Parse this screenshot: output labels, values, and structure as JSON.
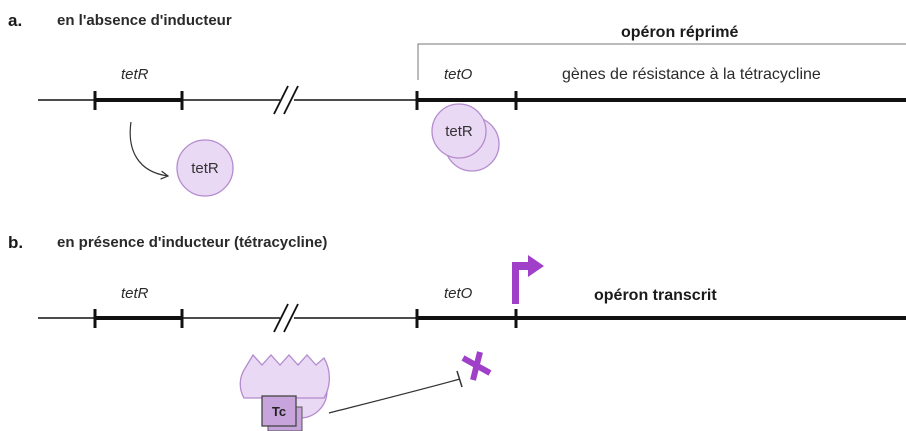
{
  "colors": {
    "protein_fill": "#ead9f5",
    "protein_stroke": "#b48ccd",
    "accent_purple": "#a040c8",
    "tc_fill": "#c7a4dc",
    "line": "#111111"
  },
  "panel_a": {
    "letter": "a.",
    "title": "en l'absence d'inducteur",
    "gene_tetR": "tetR",
    "gene_tetO": "tetO",
    "operon_status": "opéron réprimé",
    "resistance_genes": "gènes de résistance à la tétracycline",
    "protein_free": "tetR",
    "protein_bound": "tetR"
  },
  "panel_b": {
    "letter": "b.",
    "title": "en présence d'inducteur (tétracycline)",
    "gene_tetR": "tetR",
    "gene_tetO": "tetO",
    "operon_status": "opéron transcrit",
    "inducer": "Tc"
  }
}
